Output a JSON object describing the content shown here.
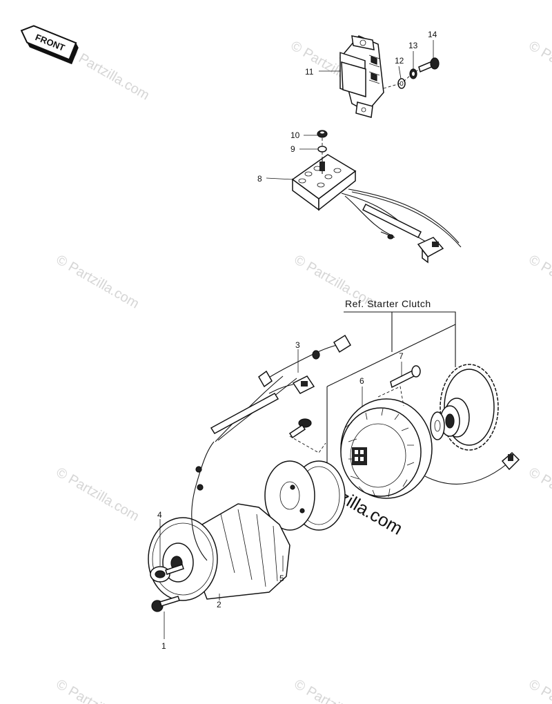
{
  "front_badge": {
    "label": "FRONT"
  },
  "reference_label": "Ref. Starter Clutch",
  "watermark": {
    "text": "© Partzilla.com"
  },
  "callouts": [
    {
      "num": "1",
      "part": "bolt"
    },
    {
      "num": "2",
      "part": "rotor"
    },
    {
      "num": "3",
      "part": "wiring-harness"
    },
    {
      "num": "4",
      "part": "washer-nut"
    },
    {
      "num": "5",
      "part": "plate"
    },
    {
      "num": "6",
      "part": "stator"
    },
    {
      "num": "7",
      "part": "screw"
    },
    {
      "num": "8",
      "part": "rectifier"
    },
    {
      "num": "9",
      "part": "washer"
    },
    {
      "num": "10",
      "part": "nut"
    },
    {
      "num": "11",
      "part": "regulator"
    },
    {
      "num": "12",
      "part": "washer"
    },
    {
      "num": "13",
      "part": "lock-washer"
    },
    {
      "num": "14",
      "part": "bolt"
    }
  ]
}
